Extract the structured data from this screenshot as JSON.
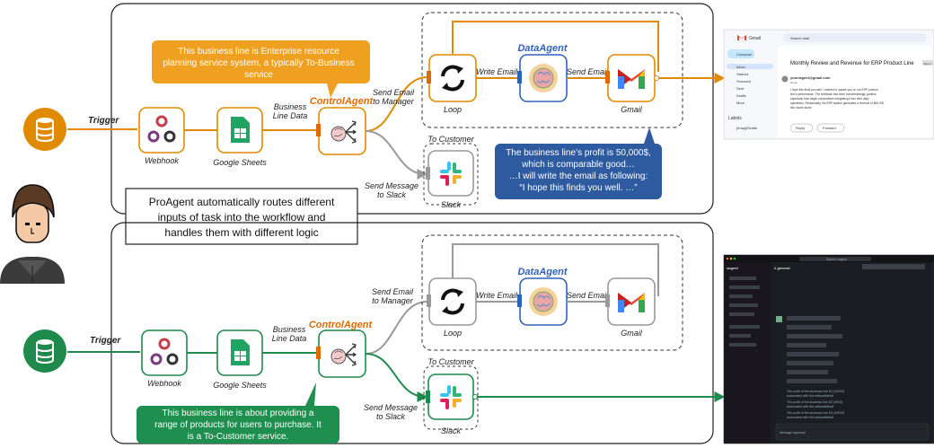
{
  "panels": {
    "top": {
      "trigger_label": "Trigger",
      "webhook_label": "Webhook",
      "sheets_label": "Google Sheets",
      "business_line_data": [
        "Business",
        "Line Data"
      ],
      "control_agent": "ControlAgent",
      "send_email_to_manager": [
        "Send Email",
        "to Manager"
      ],
      "send_message_to_slack": [
        "Send Message",
        "to Slack"
      ],
      "to_customer": "To Customer",
      "loop_label": "Loop",
      "write_email": "Write Email",
      "data_agent": "DataAgent",
      "send_email": "Send Email",
      "gmail_label": "Gmail",
      "slack_label": "Slack",
      "callout_orange": [
        "This business line is Enterprise resource",
        "planning service system, a typically To-Business",
        "service"
      ],
      "callout_blue": [
        "The business line’s profit is 50,000$,",
        "which is comparable good…",
        "…I will write the email as following:",
        "“I hope this finds you well. …”"
      ]
    },
    "bottom": {
      "trigger_label": "Trigger",
      "webhook_label": "Webhook",
      "sheets_label": "Google Sheets",
      "business_line_data": [
        "Business",
        "Line Data"
      ],
      "control_agent": "ControlAgent",
      "send_email_to_manager": [
        "Send Email",
        "to Manager"
      ],
      "send_message_to_slack": [
        "Send Message",
        "to Slack"
      ],
      "to_customer": "To Customer",
      "loop_label": "Loop",
      "write_email": "Write Email",
      "data_agent": "DataAgent",
      "send_email": "Send Email",
      "gmail_label": "Gmail",
      "slack_label": "Slack",
      "callout_green": [
        "This business line is about providing a",
        "range of products for users to purchase. It",
        "is a To-Customer service."
      ]
    }
  },
  "center_note": [
    "ProAgent automatically routes different",
    "inputs of task into the workflow and",
    "handles them with different logic"
  ],
  "gmail_window": {
    "app_name": "Gmail",
    "search_placeholder": "Search mail",
    "compose": "Compose",
    "folders": [
      "Inbox",
      "Starred",
      "Snoozed",
      "Sent",
      "Drafts",
      "More"
    ],
    "labels_heading": "Labels",
    "label_item": "[Imap]/Drafts",
    "subject": "Monthly Review and Revenue for ERP Product Line",
    "subject_badge": "Inbox x",
    "sender": "yourragent@gmail.com",
    "to_me": "to me",
    "body": [
      "I hope this finds you well. I wanted to update you on our ERP product",
      "line's performance. The feedback has been overwhelmingly positive,",
      "especially from larger corporations integrating it into their daily",
      "operations. Remarkably, the ERP system generated a revenue of $60,000",
      "this month alone."
    ],
    "reply": "Reply",
    "forward": "Forward"
  },
  "slack_window": {
    "workspace": "sagent",
    "channel": "# general",
    "search_placeholder": "Search sagent",
    "messages": [
      "The profit of the business line D1 (10000)",
      "Automated with this sdfsssdfafsdf",
      "The profit of the business line D2 (3904)",
      "Automated with this sdfsssdfafsdf",
      "The profit of the business line D3 (30000)",
      "Automated with this sdfsssdfafsdf"
    ],
    "composer_placeholder": "Message #general"
  },
  "colors": {
    "orange": "#E08A00",
    "green": "#1E8A4C",
    "blue": "#2B5BA8",
    "grey_line": "#AAAAAA",
    "control_orange": "#E06A00",
    "data_agent_blue": "#2F63B8",
    "callout_orange_bg": "#F0A020",
    "callout_blue_bg": "#2E5AA0",
    "callout_green_bg": "#1E8F4E"
  },
  "icons": [
    "database-icon",
    "webhook-icon",
    "sheets-icon",
    "agent-brain-icon",
    "loop-icon",
    "gmail-icon",
    "slack-icon",
    "person-icon"
  ]
}
